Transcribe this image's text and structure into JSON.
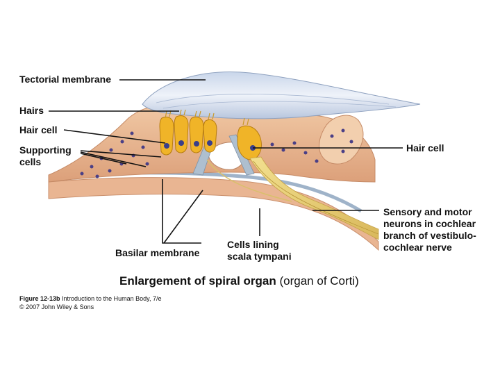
{
  "labels": {
    "tectorial_membrane": "Tectorial membrane",
    "hairs": "Hairs",
    "hair_cell_left": "Hair cell",
    "supporting_cells": "Supporting cells",
    "hair_cell_right": "Hair cell",
    "sensory_motor_neurons": "Sensory and motor neurons in cochlear branch of vestibulo-cochlear nerve",
    "basilar_membrane": "Basilar membrane",
    "cells_lining_scala_tympani": "Cells lining scala tympani"
  },
  "caption": {
    "bold": "Enlargement of spiral organ",
    "regular": "(organ of Corti)"
  },
  "credit": {
    "figure_bold": "Figure 12-13b",
    "figure_text": "Introduction to the Human Body, 7/e",
    "copyright": "© 2007 John Wiley & Sons"
  },
  "colors": {
    "tissue": "#e8b58e",
    "tissue_dark": "#d79a74",
    "tectorial": "#dfe6f2",
    "hair_cell": "#f0b428",
    "nucleus": "#3a3f8a",
    "nerve": "#e7d37a",
    "leader_line": "#111111"
  }
}
